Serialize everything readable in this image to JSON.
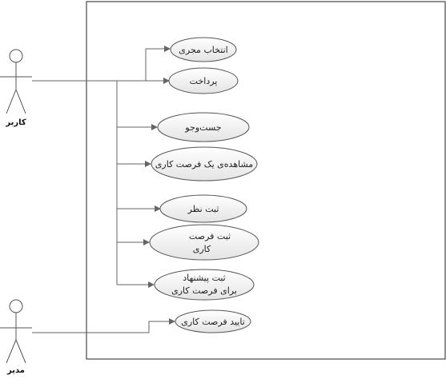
{
  "actors": {
    "user": {
      "label": "کاربر"
    },
    "manager": {
      "label": "مدیر"
    }
  },
  "use_cases": [
    {
      "id": "select-executor",
      "lines": [
        "انتخاب مجری"
      ]
    },
    {
      "id": "payment",
      "lines": [
        "پرداخت"
      ]
    },
    {
      "id": "search",
      "lines": [
        "جست‌وجو"
      ]
    },
    {
      "id": "view-job",
      "lines": [
        "مشاهده‌ی یک فرصت کاری"
      ]
    },
    {
      "id": "submit-comment",
      "lines": [
        "ثبت نظر"
      ]
    },
    {
      "id": "submit-job",
      "lines": [
        "ثبت فرصت",
        "کاری"
      ]
    },
    {
      "id": "submit-proposal",
      "lines": [
        "ثبت پیشنهاد",
        "برای فرصت کاری"
      ]
    },
    {
      "id": "approve-job",
      "lines": [
        "تایید فرصت کاری"
      ]
    }
  ],
  "colors": {
    "ellipse_top": "#ffffff",
    "ellipse_bottom": "#e4e4e4",
    "stroke": "#555555",
    "boundary": "#222222",
    "line": "#666666"
  }
}
